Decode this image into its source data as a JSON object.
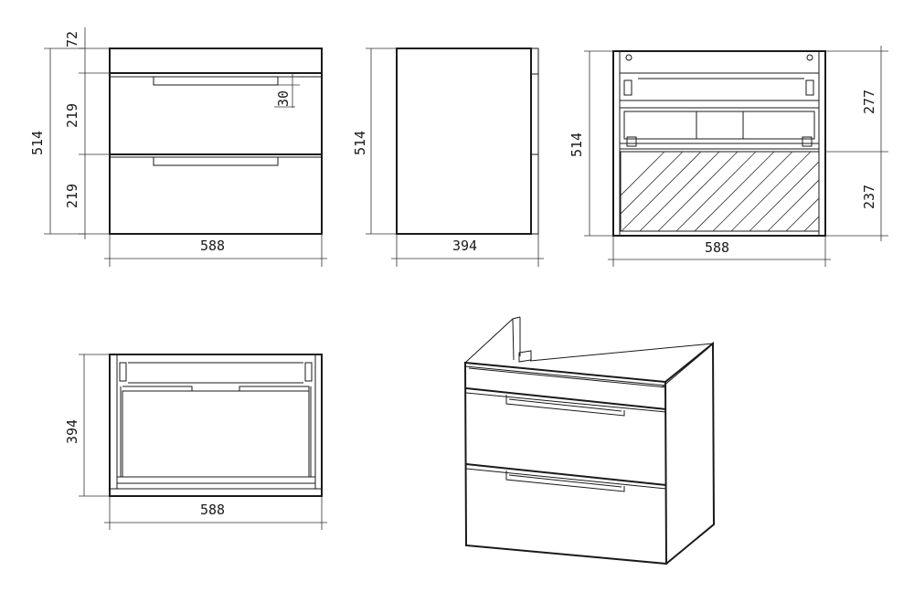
{
  "front_view": {
    "top_height": "72",
    "drawer_height_1": "219",
    "drawer_height_2": "219",
    "handle_height": "30",
    "total_height": "514",
    "width": "588"
  },
  "side_view": {
    "total_height": "514",
    "depth": "394"
  },
  "back_view": {
    "total_height": "514",
    "upper_height": "277",
    "lower_height": "237",
    "width": "588"
  },
  "top_view": {
    "depth": "394",
    "width": "588"
  }
}
